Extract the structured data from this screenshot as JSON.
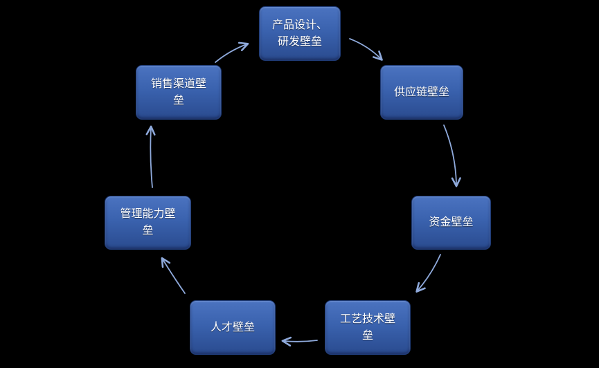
{
  "diagram": {
    "title": "circular-barrier-cycle-diagram",
    "background_color": "#000000",
    "node_fill_top": "#4b73c0",
    "node_fill_bottom": "#2a4b8f",
    "node_text_color": "#ffffff",
    "arrow_color": "#8faadc",
    "nodes": [
      {
        "id": "product-design",
        "label": "产品设计、\n研发壁垒"
      },
      {
        "id": "supply-chain",
        "label": "供应链壁垒"
      },
      {
        "id": "capital",
        "label": "资金壁垒"
      },
      {
        "id": "process-tech",
        "label": "工艺技术壁\n垒"
      },
      {
        "id": "talent",
        "label": "人才壁垒"
      },
      {
        "id": "management",
        "label": "管理能力壁\n垒"
      },
      {
        "id": "sales-channel",
        "label": "销售渠道壁\n垒"
      }
    ],
    "flow_direction": "clockwise",
    "arrows": [
      {
        "from": "sales-channel",
        "to": "product-design"
      },
      {
        "from": "product-design",
        "to": "supply-chain"
      },
      {
        "from": "supply-chain",
        "to": "capital"
      },
      {
        "from": "capital",
        "to": "process-tech"
      },
      {
        "from": "process-tech",
        "to": "talent"
      },
      {
        "from": "talent",
        "to": "management"
      },
      {
        "from": "management",
        "to": "sales-channel"
      }
    ]
  }
}
